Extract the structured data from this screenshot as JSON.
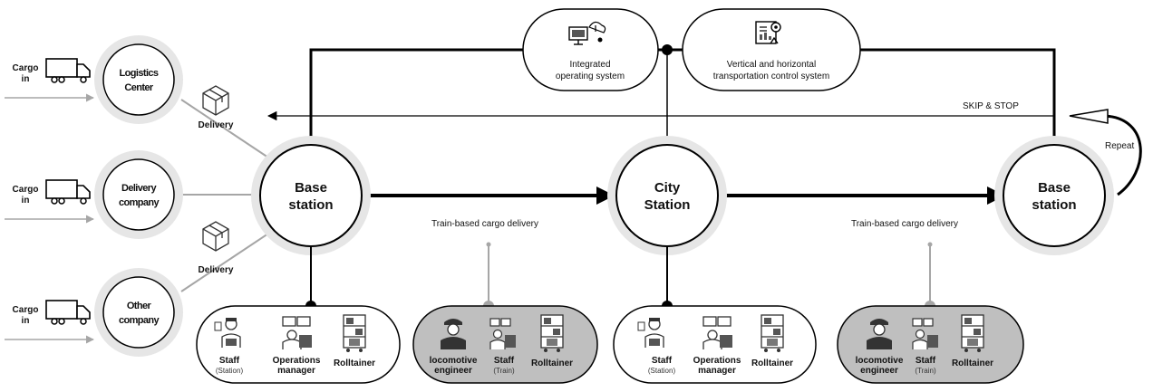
{
  "cargo_inputs": [
    {
      "line1": "Cargo",
      "line2": "in",
      "source_line1": "Logistics",
      "source_line2": "Center"
    },
    {
      "line1": "Cargo",
      "line2": "in",
      "source_line1": "Delivery",
      "source_line2": "company"
    },
    {
      "line1": "Cargo",
      "line2": "in",
      "source_line1": "Other",
      "source_line2": "company"
    }
  ],
  "delivery_label": "Delivery",
  "systems": {
    "integrated_line1": "Integrated",
    "integrated_line2": "operating system",
    "control_line1": "Vertical and horizontal",
    "control_line2": "transportation control system"
  },
  "stations": {
    "base_left_line1": "Base",
    "base_left_line2": "station",
    "city_line1": "City",
    "city_line2": "Station",
    "base_right_line1": "Base",
    "base_right_line2": "station"
  },
  "flow": {
    "skip_stop": "SKIP & STOP",
    "repeat": "Repeat",
    "train_delivery": "Train-based cargo delivery"
  },
  "panels": [
    {
      "style": "light",
      "items": [
        {
          "icon": "staff-scanner-icon",
          "name": "Staff",
          "sub": "(Station)"
        },
        {
          "icon": "operations-manager-icon",
          "name": "Operations",
          "name2": "manager"
        },
        {
          "icon": "rolltainer-icon",
          "name": "Rolltainer"
        }
      ]
    },
    {
      "style": "dark",
      "items": [
        {
          "icon": "locomotive-engineer-icon",
          "name": "locomotive",
          "name2": "engineer"
        },
        {
          "icon": "staff-train-icon",
          "name": "Staff",
          "sub": "(Train)"
        },
        {
          "icon": "rolltainer-icon",
          "name": "Rolltainer"
        }
      ]
    },
    {
      "style": "light",
      "items": [
        {
          "icon": "staff-scanner-icon",
          "name": "Staff",
          "sub": "(Station)"
        },
        {
          "icon": "operations-manager-icon",
          "name": "Operations",
          "name2": "manager"
        },
        {
          "icon": "rolltainer-icon",
          "name": "Rolltainer"
        }
      ]
    },
    {
      "style": "dark",
      "items": [
        {
          "icon": "locomotive-engineer-icon",
          "name": "locomotive",
          "name2": "engineer"
        },
        {
          "icon": "staff-train-icon",
          "name": "Staff",
          "sub": "(Train)"
        },
        {
          "icon": "rolltainer-icon",
          "name": "Rolltainer"
        }
      ]
    }
  ],
  "colors": {
    "line": "#000000",
    "feed_line": "#a6a6a6",
    "dark_panel": "#bfbfbf",
    "ring": "#e6e6e6"
  }
}
